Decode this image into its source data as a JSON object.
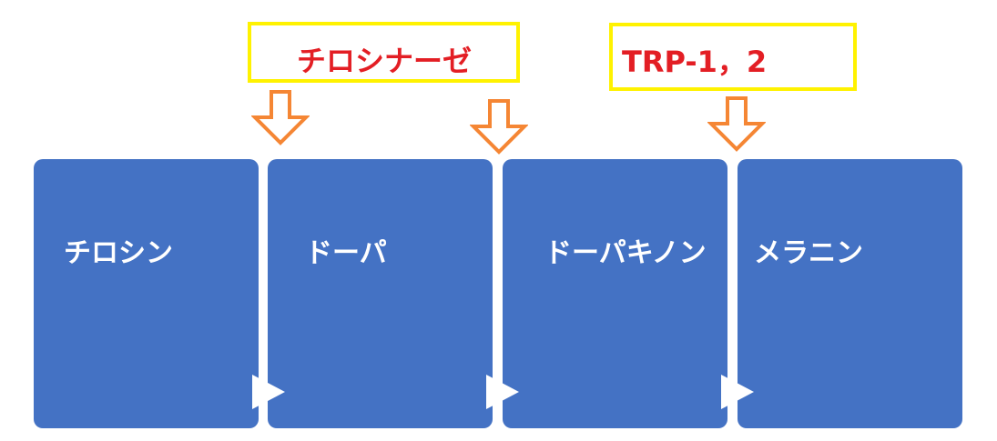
{
  "steps": [
    {
      "label": "チロシン"
    },
    {
      "label": "ドーパ"
    },
    {
      "label": "ドーパキノン"
    },
    {
      "label": "メラニン"
    }
  ],
  "enzymes": [
    {
      "label": "チロシナーゼ"
    },
    {
      "label": "TRP-1，2"
    }
  ],
  "colors": {
    "box": "#4472C4",
    "enzyme_border": "#FFF200",
    "enzyme_text": "#E31E24",
    "arrow": "#F58634"
  }
}
